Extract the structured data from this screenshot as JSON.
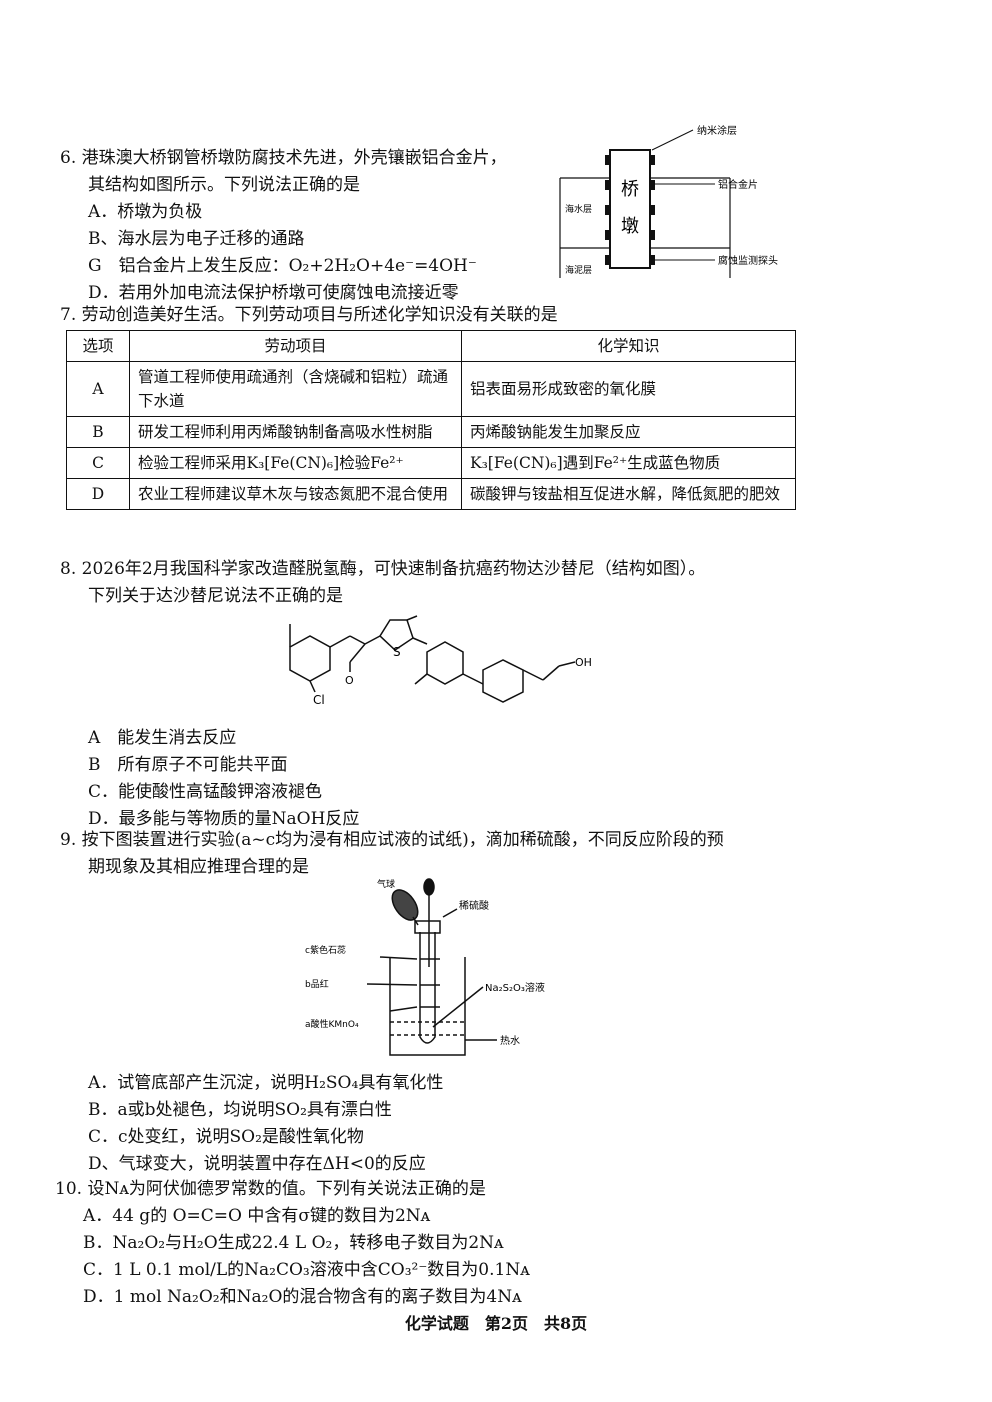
{
  "q6": {
    "num": "6.",
    "stem_l1": "港珠澳大桥钢管桥墩防腐技术先进，外壳镶嵌铝合金片，",
    "stem_l2": "其结构如图所示。下列说法正确的是",
    "options": [
      "A．桥墩为负极",
      "B、海水层为电子迁移的通路",
      "G　铝合金片上发生反应：O₂+2H₂O+4e⁻=4OH⁻",
      "D．若用外加电流法保护桥墩可使腐蚀电流接近零"
    ],
    "figure": {
      "pier_text_1": "桥",
      "pier_text_2": "墩",
      "label_coating": "纳米涂层",
      "label_alloy": "铝合金片",
      "label_seawater": "海水层",
      "label_mud": "海泥层",
      "label_probe": "腐蚀监测探头"
    }
  },
  "q7": {
    "num": "7.",
    "stem": "劳动创造美好生活。下列劳动项目与所述化学知识没有关联的是",
    "headers": [
      "选项",
      "劳动项目",
      "化学知识"
    ],
    "rows": [
      {
        "opt": "A",
        "labor": "管道工程师使用疏通剂（含烧碱和铝粒）疏通下水道",
        "chem": "铝表面易形成致密的氧化膜"
      },
      {
        "opt": "B",
        "labor": "研发工程师利用丙烯酸钠制备高吸水性树脂",
        "chem": "丙烯酸钠能发生加聚反应"
      },
      {
        "opt": "C",
        "labor": "检验工程师采用K₃[Fe(CN)₆]检验Fe²⁺",
        "chem": "K₃[Fe(CN)₆]遇到Fe²⁺生成蓝色物质"
      },
      {
        "opt": "D",
        "labor": "农业工程师建议草木灰与铵态氮肥不混合使用",
        "chem": "碳酸钾与铵盐相互促进水解，降低氮肥的肥效"
      }
    ]
  },
  "q8": {
    "num": "8.",
    "stem_l1": "2026年2月我国科学家改造醛脱氢酶，可快速制备抗癌药物达沙替尼（结构如图）。",
    "stem_l2": "下列关于达沙替尼说法不正确的是",
    "figure": {
      "label_cl": "Cl",
      "label_oh": "OH",
      "label_s": "S",
      "label_o": "O"
    },
    "options": [
      "A　能发生消去反应",
      "B　所有原子不可能共平面",
      "C．能使酸性高锰酸钾溶液褪色",
      "D．最多能与等物质的量NaOH反应"
    ]
  },
  "q9": {
    "num": "9.",
    "stem_l1": "按下图装置进行实验(a~c均为浸有相应试液的试纸)，滴加稀硫酸，不同反应阶段的预",
    "stem_l2": "期现象及其相应推理合理的是",
    "figure": {
      "label_balloon": "气球",
      "label_acid": "稀硫酸",
      "label_c": "c紫色石蕊",
      "label_b": "b品红",
      "label_a": "a酸性KMnO₄",
      "label_na2s2o3": "Na₂S₂O₃溶液",
      "label_water": "热水"
    },
    "options": [
      "A．试管底部产生沉淀，说明H₂SO₄具有氧化性",
      "B．a或b处褪色，均说明SO₂具有漂白性",
      "C．c处变红，说明SO₂是酸性氧化物",
      "D、气球变大，说明装置中存在ΔH<0的反应"
    ]
  },
  "q10": {
    "num": "10.",
    "stem": "设Nᴀ为阿伏伽德罗常数的值。下列有关说法正确的是",
    "options": [
      "A．44 g的 O=C=O 中含有σ键的数目为2Nᴀ",
      "B．Na₂O₂与H₂O生成22.4 L O₂，转移电子数目为2Nᴀ",
      "C．1 L 0.1 mol/L的Na₂CO₃溶液中含CO₃²⁻数目为0.1Nᴀ",
      "D．1 mol Na₂O₂和Na₂O的混合物含有的离子数目为4Nᴀ"
    ]
  },
  "footer": "化学试题　第2页　共8页"
}
